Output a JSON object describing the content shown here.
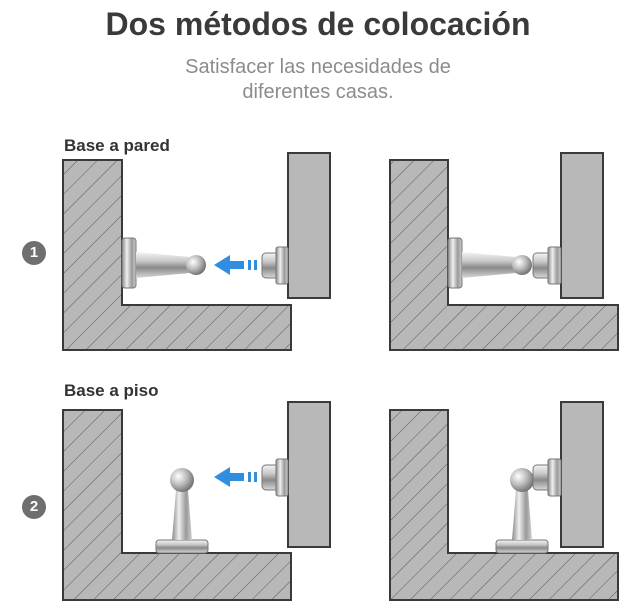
{
  "header": {
    "title": "Dos métodos de colocación",
    "subtitle_line1": "Satisfacer las necesidades de",
    "subtitle_line2": "diferentes casas."
  },
  "methods": [
    {
      "number": "1",
      "label": "Base a pared"
    },
    {
      "number": "2",
      "label": "Base a piso"
    }
  ],
  "colors": {
    "wall_fill": "#b8b8b8",
    "outline": "#3a3a3a",
    "arrow": "#2f8ee0",
    "badge": "#6f6f6f"
  }
}
